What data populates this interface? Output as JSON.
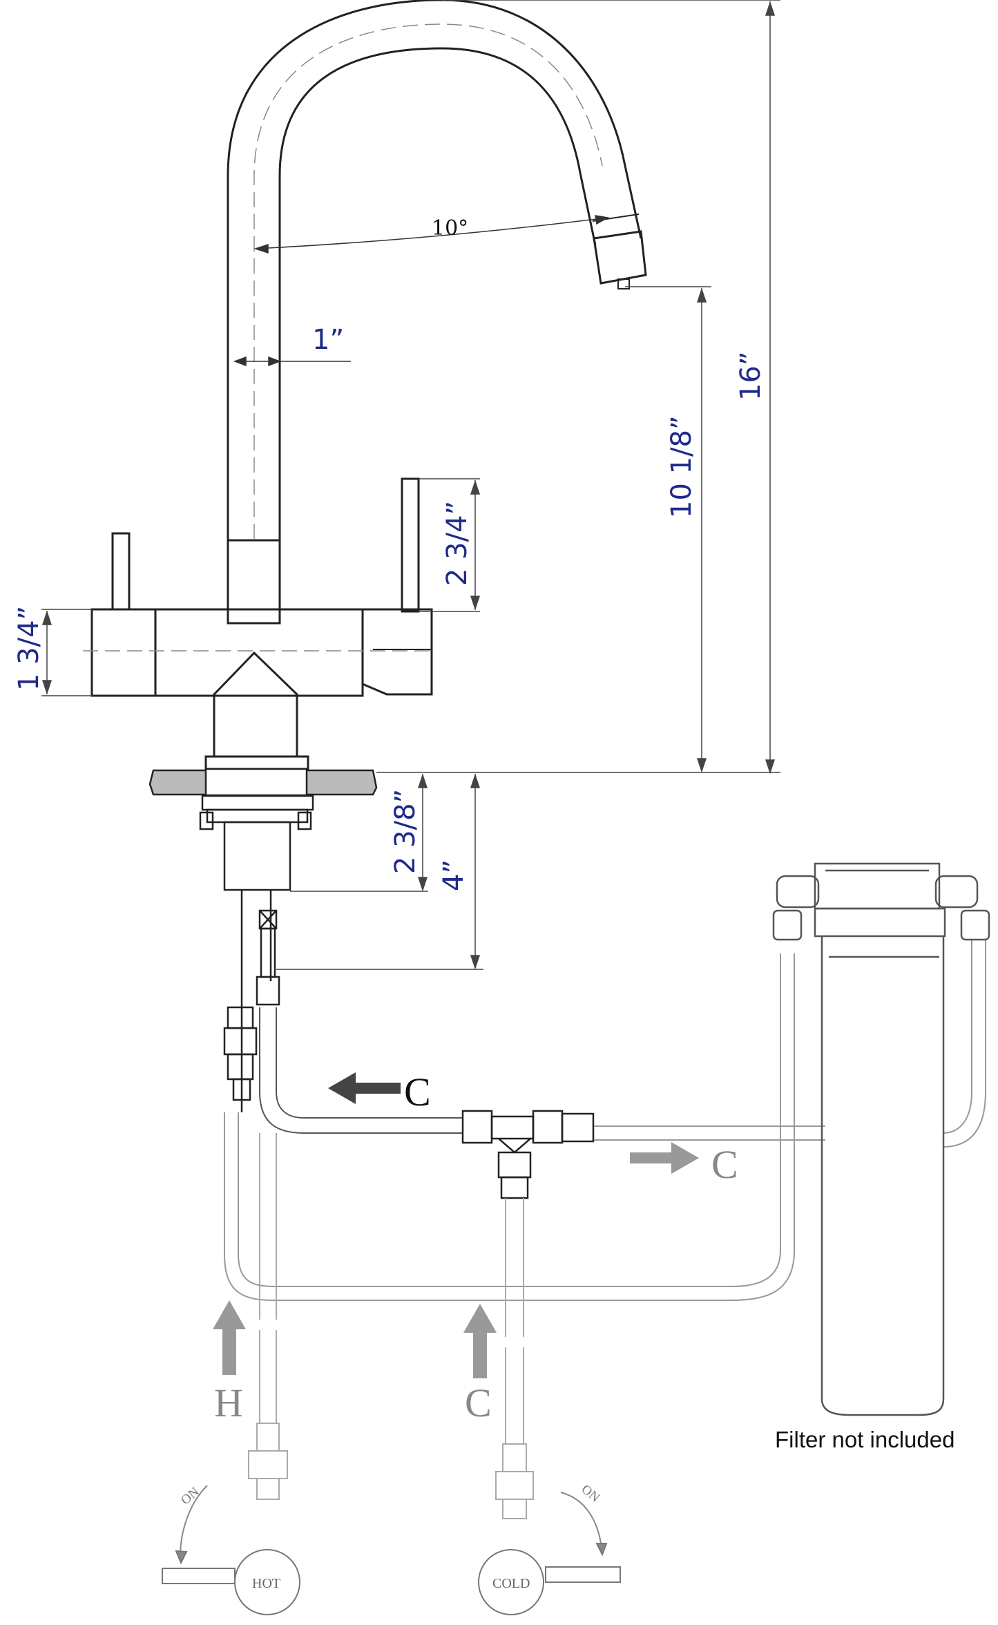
{
  "diagram": {
    "dimensions": {
      "angle": "10°",
      "tube_diameter": "1”",
      "handle_height": "2 3/4”",
      "body_height": "1 3/4”",
      "spout_height": "10 1/8”",
      "total_height": "16”",
      "shank_length": "2 3/8”",
      "below_counter": "4”"
    },
    "flow_labels": {
      "cold_to_faucet": "C",
      "cold_to_filter": "C",
      "hot_supply": "H",
      "cold_supply": "C"
    },
    "valves": {
      "hot": {
        "label": "HOT",
        "on": "ON"
      },
      "cold": {
        "label": "COLD",
        "on": "ON"
      }
    },
    "note": "Filter not included",
    "colors": {
      "dimension_text": "#1e2a8a",
      "outline": "#222222",
      "light_outline": "#999999",
      "arrow_dark": "#444444",
      "arrow_light": "#999999"
    }
  }
}
